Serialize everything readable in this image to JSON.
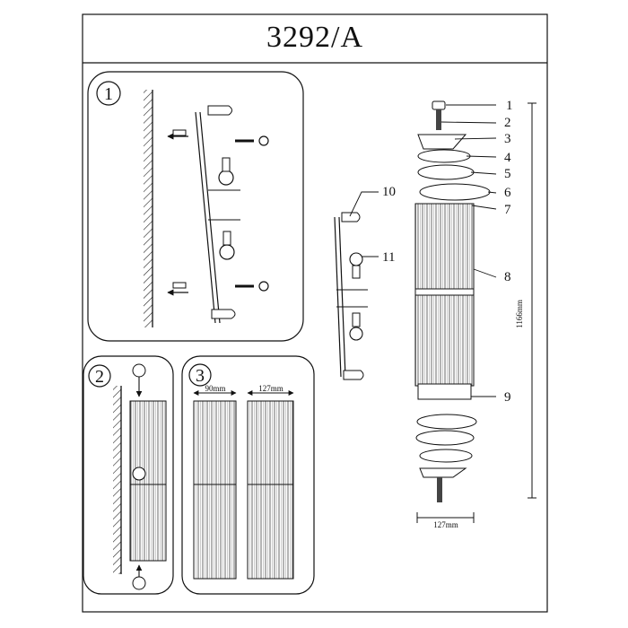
{
  "title": "3292/A",
  "steps": [
    "1",
    "2",
    "3"
  ],
  "parts": [
    "1",
    "2",
    "3",
    "4",
    "5",
    "6",
    "7",
    "8",
    "9",
    "10",
    "11"
  ],
  "dimensions": {
    "height": "1166mm",
    "base_width": "127mm",
    "side_a": "90mm",
    "side_b": "127mm"
  }
}
